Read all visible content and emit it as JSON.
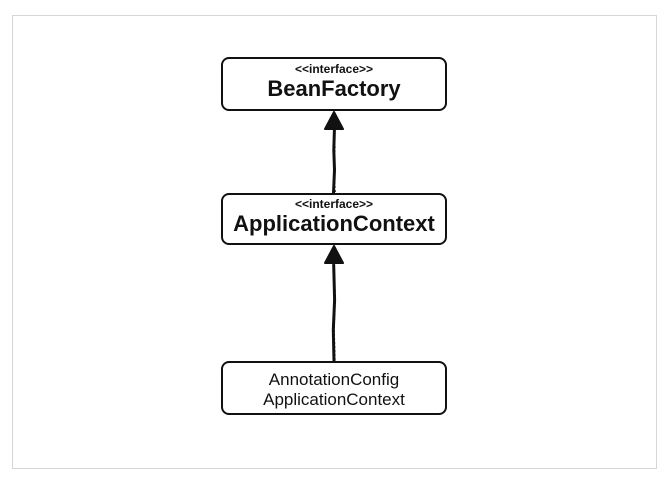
{
  "nodes": [
    {
      "id": "bean-factory",
      "stereotype": "<<interface>>",
      "name": "BeanFactory"
    },
    {
      "id": "application-context",
      "stereotype": "<<interface>>",
      "name": "ApplicationContext"
    },
    {
      "id": "annotation-config",
      "stereotype": "",
      "name_line1": "AnnotationConfig",
      "name_line2": "ApplicationContext"
    }
  ],
  "edges": [
    {
      "from": "application-context",
      "to": "bean-factory",
      "kind": "inheritance-arrow"
    },
    {
      "from": "annotation-config",
      "to": "application-context",
      "kind": "inheritance-arrow"
    }
  ]
}
